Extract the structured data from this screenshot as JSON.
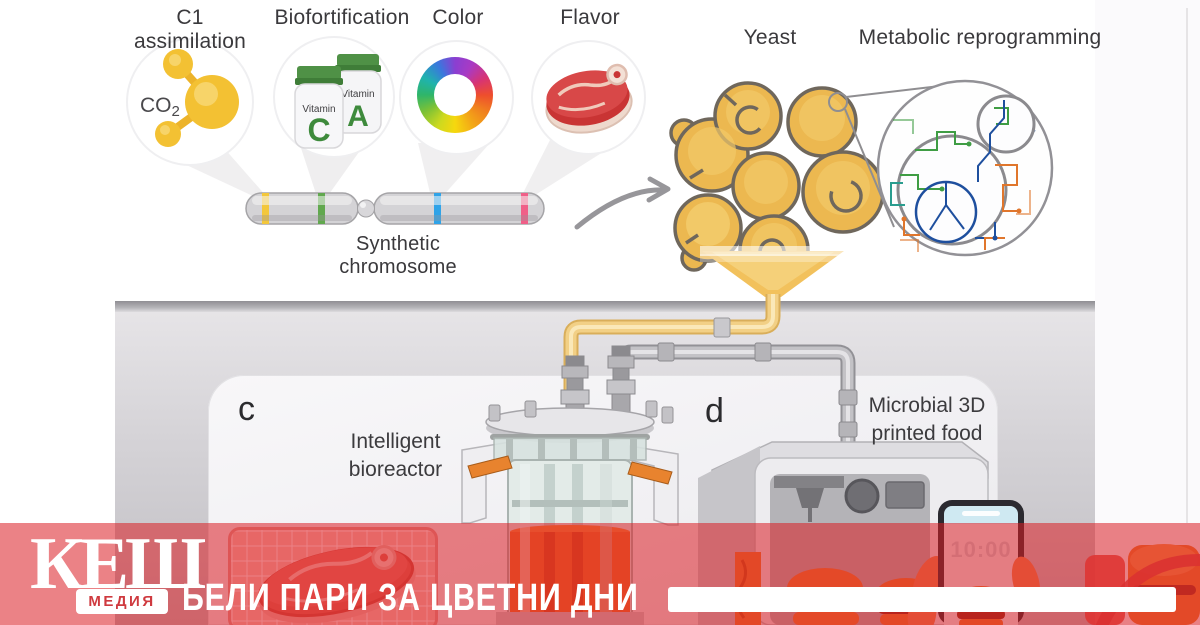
{
  "figure": {
    "top_labels": [
      "C1 assimilation",
      "Biofortification",
      "Color",
      "Flavor"
    ],
    "co2": {
      "formula": "CO",
      "subscript": "2"
    },
    "bottles": [
      {
        "brand": "Vitamin",
        "letter": "C"
      },
      {
        "brand": "Vitamin",
        "letter": "A"
      }
    ],
    "chromosome_label": "Synthetic chromosome",
    "yeast_label": "Yeast",
    "metabolic_label": "Metabolic reprogramming",
    "panel_c": {
      "letter": "c",
      "label": "Intelligent bioreactor"
    },
    "panel_d": {
      "letter": "d",
      "label": "Microbial 3D printed food"
    },
    "phone": {
      "time": "10:00"
    },
    "icons": [
      "co2-molecule",
      "vitamin-bottles",
      "color-wheel",
      "steak",
      "synthetic-chromosome",
      "yeast-cluster",
      "magnifier-circuit-cell",
      "funnel",
      "bioreactor",
      "printer-3d",
      "smartphone",
      "grid-screen-steak",
      "burgers"
    ],
    "chromosome_band_colors": [
      "#f3c73b",
      "#61a84e",
      "#2fa3e8",
      "#f05f88"
    ],
    "accent_colors": {
      "yeast": "#ecb850",
      "pipe_yellow": "#f2d086",
      "pipe_gray": "#c3c2c6",
      "liquid_orange": "#ef7428",
      "handle_orange": "#e8832e"
    }
  },
  "overlay": {
    "logo_main": "КЕШ",
    "logo_sub": "МЕДИЯ",
    "headline": "БЕЛИ ПАРИ ЗА ЦВЕТНИ ДНИ",
    "overlay_color": "#da1c22"
  }
}
